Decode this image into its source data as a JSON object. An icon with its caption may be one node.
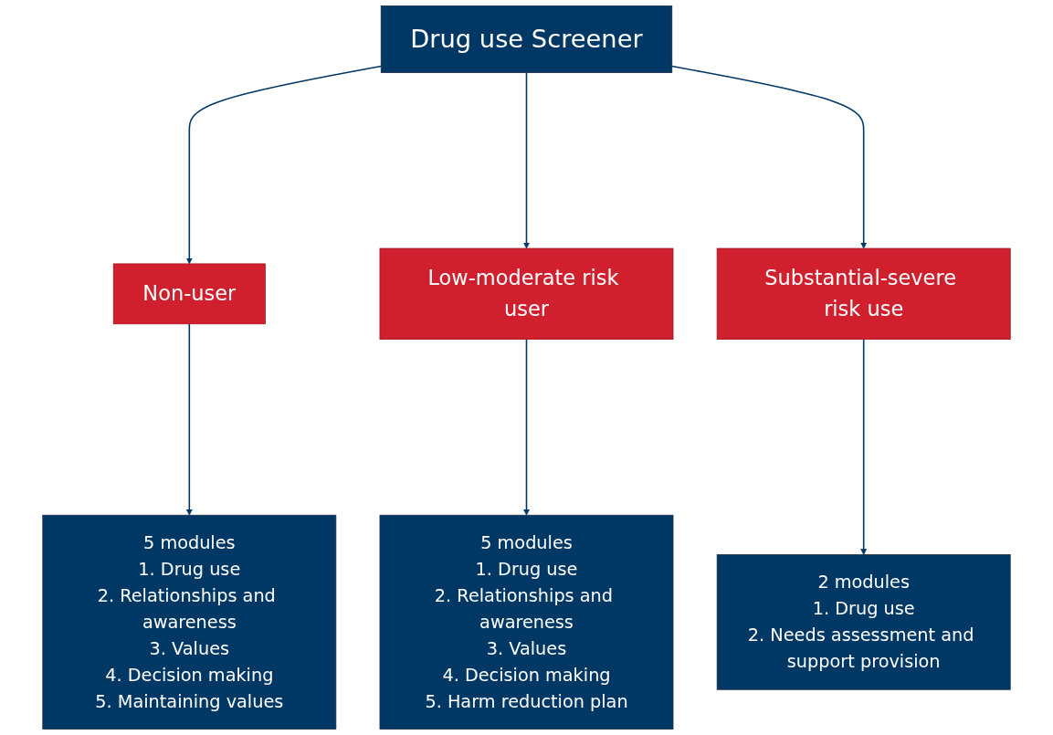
{
  "diagram": {
    "nodes": [
      {
        "text": [
          "Drug use Screener"
        ]
      },
      {
        "text": [
          "Non-user"
        ]
      },
      {
        "text": [
          "Low-moderate risk user"
        ]
      },
      {
        "text": [
          "Substantial-severe risk use"
        ]
      },
      {
        "text": [
          "5 modules",
          "1. Drug use",
          "2. Relationships and awareness",
          "3. Values",
          "4. Decision making",
          "5. Maintaining values"
        ]
      },
      {
        "text": [
          "5 modules",
          "1. Drug use",
          "2. Relationships and awareness",
          "3. Values",
          "4. Decision making",
          "5. Harm reduction plan"
        ]
      },
      {
        "text": [
          "2 modules",
          "1. Drug use",
          "2. Needs assessment and support provision"
        ]
      }
    ],
    "edges": [
      {
        "from": 0,
        "to": 1,
        "arrow": "to"
      },
      {
        "from": 0,
        "to": 2,
        "arrow": "to"
      },
      {
        "from": 0,
        "to": 3,
        "arrow": "to"
      },
      {
        "from": 1,
        "to": 4,
        "arrow": "to"
      },
      {
        "from": 2,
        "to": 5,
        "arrow": "to"
      },
      {
        "from": 3,
        "to": 6,
        "arrow": "to"
      }
    ]
  }
}
